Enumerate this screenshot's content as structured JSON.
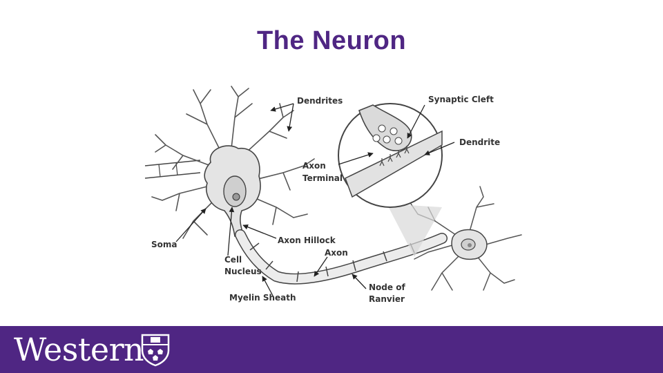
{
  "slide": {
    "title": "The Neuron"
  },
  "diagram": {
    "labels": {
      "dendrites": "Dendrites",
      "synaptic_cleft": "Synaptic Cleft",
      "dendrite": "Dendrite",
      "axon_terminal_line1": "Axon",
      "axon_terminal_line2": "Terminal",
      "soma": "Soma",
      "axon_hillock": "Axon Hillock",
      "axon": "Axon",
      "cell_nucleus_line1": "Cell",
      "cell_nucleus_line2": "Nucleus",
      "node_line1": "Node of",
      "node_line2": "Ranvier",
      "myelin_sheath": "Myelin Sheath"
    }
  },
  "footer": {
    "wordmark": "Western",
    "crest_icon": "university-crest-icon"
  },
  "colors": {
    "brand_purple": "#4f2683",
    "line": "#333333",
    "cell_fill": "#e4e4e4"
  }
}
